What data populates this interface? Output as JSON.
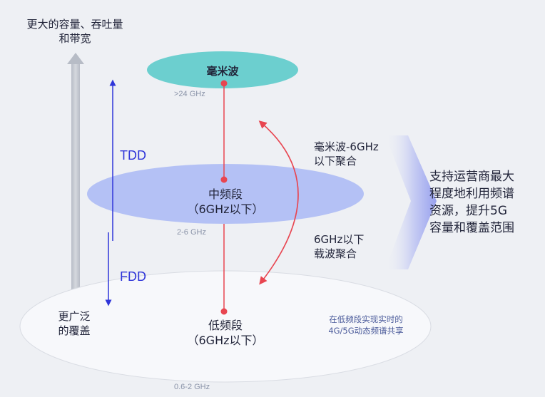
{
  "left_axis": {
    "top_label_line1": "更大的容量、吞吐量",
    "top_label_line2": "和带宽",
    "bottom_label_line1": "更广泛",
    "bottom_label_line2": "的覆盖"
  },
  "bands": {
    "mmwave": {
      "name": "毫米波",
      "range": ">24 GHz",
      "color": "#6ccfcf"
    },
    "mid": {
      "name_line1": "中频段",
      "name_line2": "（6GHz以下）",
      "range": "2-6 GHz",
      "color": "#a9b8f4"
    },
    "low": {
      "name_line1": "低频段",
      "name_line2": "（6GHz以下）",
      "range": "0.6-2 GHz",
      "color": "#f7f8fb"
    }
  },
  "duplex": {
    "tdd": "TDD",
    "fdd": "FDD",
    "color": "#2f35d9"
  },
  "aggregation": {
    "upper_line1": "毫米波-6GHz",
    "upper_line2": "以下聚合",
    "lower_line1": "6GHz以下",
    "lower_line2": "载波聚合",
    "arrow_color": "#e84550"
  },
  "note": {
    "line1": "在低频段实现实时的",
    "line2": "4G/5G动态频谱共享"
  },
  "conclusion": {
    "line1": "支持运营商最大",
    "line2": "程度地利用频谱",
    "line3": "资源，提升5G",
    "line4": "容量和覆盖范围"
  }
}
